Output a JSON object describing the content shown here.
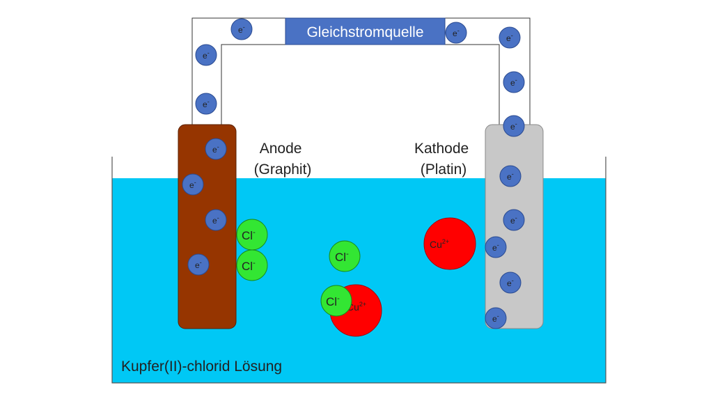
{
  "power_source": {
    "label": "Gleichstromquelle"
  },
  "anode": {
    "name": "Anode",
    "material": "(Graphit)"
  },
  "cathode": {
    "name": "Kathode",
    "material": "(Platin)"
  },
  "solution": {
    "label": "Kupfer(II)-chlorid Lösung"
  },
  "particles": {
    "electron": {
      "symbol": "e",
      "charge": "-"
    },
    "chloride": {
      "symbol": "Cl",
      "charge": "-"
    },
    "copper": {
      "symbol": "Cu",
      "charge": "2+"
    }
  },
  "colors": {
    "solution": "#00c8f5",
    "anode": "#963500",
    "cathode": "#c8c8c8",
    "electron": "#4a72c4",
    "chloride": "#33e633",
    "copper": "#ff0000",
    "power_source": "#4a72c4"
  }
}
